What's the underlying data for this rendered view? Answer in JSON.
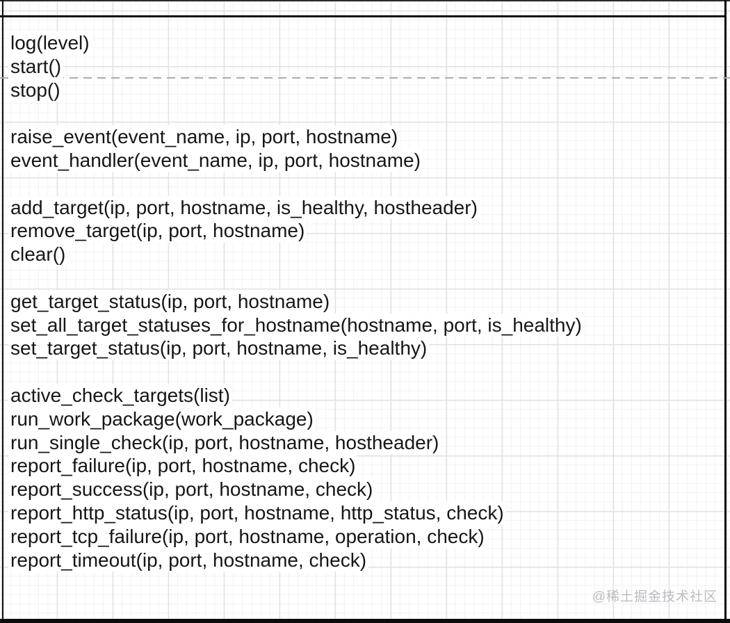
{
  "diagram": {
    "kind": "uml-class-methods-compartment",
    "method_groups": [
      [
        "log(level)",
        "start()",
        "stop()"
      ],
      [
        "raise_event(event_name, ip, port, hostname)",
        "event_handler(event_name, ip, port, hostname)"
      ],
      [
        "add_target(ip, port, hostname, is_healthy, hostheader)",
        "remove_target(ip, port, hostname)",
        "clear()"
      ],
      [
        "get_target_status(ip, port, hostname)",
        "set_all_target_statuses_for_hostname(hostname, port, is_healthy)",
        "set_target_status(ip, port, hostname, is_healthy)"
      ],
      [
        "active_check_targets(list)",
        "run_work_package(work_package)",
        "run_single_check(ip, port, hostname, hostheader)",
        "report_failure(ip, port, hostname, check)",
        "report_success(ip, port, hostname, check)",
        "report_http_status(ip, port, hostname, http_status, check)",
        "report_tcp_failure(ip, port, hostname, operation, check)",
        "report_timeout(ip, port, hostname, check)"
      ]
    ],
    "dashed_divider": {
      "after_method": "start()",
      "color": "#ababab"
    }
  },
  "watermark": {
    "text": "@稀土掘金技术社区",
    "color": "#bcbcc0"
  },
  "colors": {
    "text": "#161616",
    "frame": "#0c0c0c",
    "grid_minor": "#f2f2f6",
    "grid_major": "#e1e1e6",
    "background": "#ffffff"
  }
}
